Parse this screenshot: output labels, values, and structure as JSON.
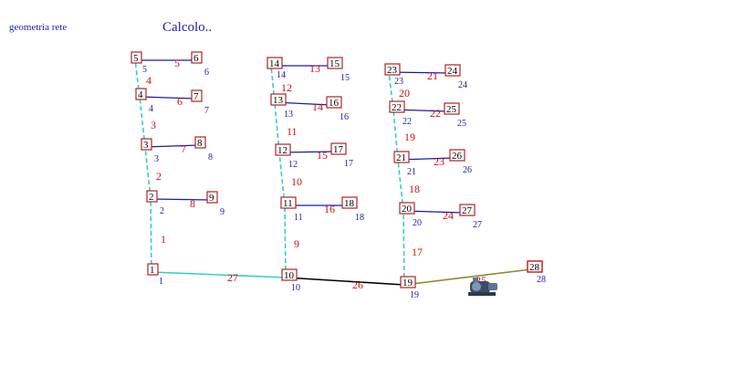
{
  "header": {
    "geometry_label": "geometria rete",
    "status_text": "Calcolo.."
  },
  "colors": {
    "riser": "#33cccc",
    "branch": "#1a1aaa",
    "main27": "#33cccc",
    "main26": "#000000",
    "main25": "#8a8a2a",
    "node_box": "#b22222",
    "pipe_label": "#cc1111",
    "id_label": "#1b1b9a"
  },
  "diagram": {
    "nodes": [
      {
        "id": "1",
        "sub": "1"
      },
      {
        "id": "2",
        "sub": "2"
      },
      {
        "id": "3",
        "sub": "3"
      },
      {
        "id": "4",
        "sub": "4"
      },
      {
        "id": "5",
        "sub": "5"
      },
      {
        "id": "6",
        "sub": "6"
      },
      {
        "id": "7",
        "sub": "7"
      },
      {
        "id": "8",
        "sub": "8"
      },
      {
        "id": "9",
        "sub": "9"
      },
      {
        "id": "10",
        "sub": "10"
      },
      {
        "id": "11",
        "sub": "11"
      },
      {
        "id": "12",
        "sub": "12"
      },
      {
        "id": "13",
        "sub": "13"
      },
      {
        "id": "14",
        "sub": "14"
      },
      {
        "id": "15",
        "sub": "15"
      },
      {
        "id": "16",
        "sub": "16"
      },
      {
        "id": "17",
        "sub": "17"
      },
      {
        "id": "18",
        "sub": "18"
      },
      {
        "id": "19",
        "sub": "19"
      },
      {
        "id": "20",
        "sub": "20"
      },
      {
        "id": "21",
        "sub": "21"
      },
      {
        "id": "22",
        "sub": "22"
      },
      {
        "id": "23",
        "sub": "23"
      },
      {
        "id": "24",
        "sub": "24"
      },
      {
        "id": "25",
        "sub": "25"
      },
      {
        "id": "26",
        "sub": "26"
      },
      {
        "id": "27",
        "sub": "27"
      },
      {
        "id": "28",
        "sub": "28"
      }
    ],
    "pipes": [
      {
        "id": "1",
        "from": "1",
        "to": "2",
        "kind": "riser"
      },
      {
        "id": "2",
        "from": "2",
        "to": "3",
        "kind": "riser"
      },
      {
        "id": "3",
        "from": "3",
        "to": "4",
        "kind": "riser"
      },
      {
        "id": "4",
        "from": "4",
        "to": "5",
        "kind": "riser"
      },
      {
        "id": "5",
        "from": "5",
        "to": "6",
        "kind": "branch"
      },
      {
        "id": "6",
        "from": "4",
        "to": "7",
        "kind": "branch"
      },
      {
        "id": "7",
        "from": "3",
        "to": "8",
        "kind": "branch"
      },
      {
        "id": "8",
        "from": "2",
        "to": "9",
        "kind": "branch"
      },
      {
        "id": "9",
        "from": "10",
        "to": "11",
        "kind": "riser"
      },
      {
        "id": "10",
        "from": "11",
        "to": "12",
        "kind": "riser"
      },
      {
        "id": "11",
        "from": "12",
        "to": "13",
        "kind": "riser"
      },
      {
        "id": "12",
        "from": "13",
        "to": "14",
        "kind": "riser"
      },
      {
        "id": "13",
        "from": "14",
        "to": "15",
        "kind": "branch"
      },
      {
        "id": "14",
        "from": "13",
        "to": "16",
        "kind": "branch"
      },
      {
        "id": "15",
        "from": "12",
        "to": "17",
        "kind": "branch"
      },
      {
        "id": "16",
        "from": "11",
        "to": "18",
        "kind": "branch"
      },
      {
        "id": "17",
        "from": "19",
        "to": "20",
        "kind": "riser"
      },
      {
        "id": "18",
        "from": "20",
        "to": "21",
        "kind": "riser"
      },
      {
        "id": "19",
        "from": "21",
        "to": "22",
        "kind": "riser"
      },
      {
        "id": "20",
        "from": "22",
        "to": "23",
        "kind": "riser"
      },
      {
        "id": "21",
        "from": "23",
        "to": "24",
        "kind": "branch"
      },
      {
        "id": "22",
        "from": "22",
        "to": "25",
        "kind": "branch"
      },
      {
        "id": "23",
        "from": "21",
        "to": "26",
        "kind": "branch"
      },
      {
        "id": "24",
        "from": "20",
        "to": "27",
        "kind": "branch"
      },
      {
        "id": "25",
        "from": "19",
        "to": "28",
        "kind": "main25"
      },
      {
        "id": "26",
        "from": "10",
        "to": "19",
        "kind": "main26"
      },
      {
        "id": "27",
        "from": "1",
        "to": "10",
        "kind": "main27"
      }
    ]
  }
}
